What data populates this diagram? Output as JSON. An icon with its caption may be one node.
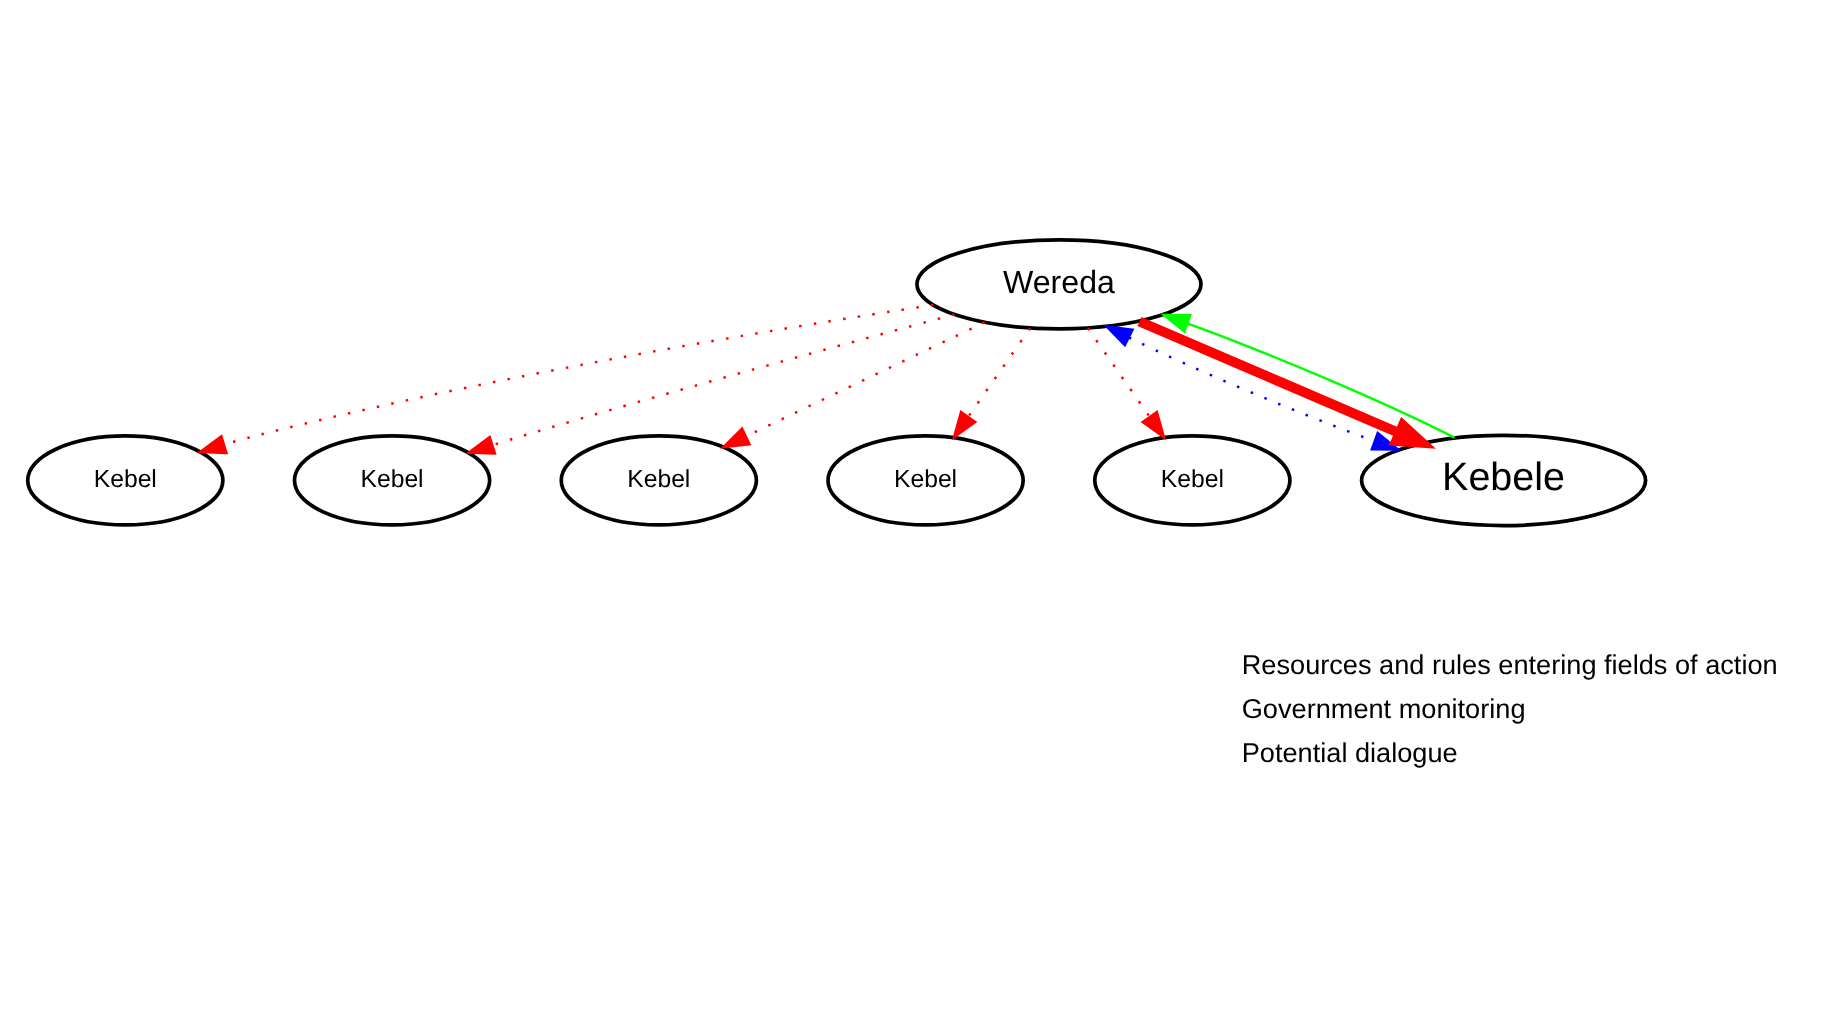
{
  "diagram": {
    "nodes": [
      {
        "text": [
          "Wereda"
        ]
      },
      {
        "text": [
          "Kebel"
        ]
      },
      {
        "text": [
          "Kebel"
        ]
      },
      {
        "text": [
          "Kebel"
        ]
      },
      {
        "text": [
          "Kebel"
        ]
      },
      {
        "text": [
          "Kebel"
        ]
      },
      {
        "text": [
          "Kebele"
        ]
      }
    ],
    "edges": [
      {
        "from": 0,
        "to": 1,
        "arrow": "to",
        "style": "dashed",
        "color": "#ff0000"
      },
      {
        "from": 0,
        "to": 2,
        "arrow": "to",
        "style": "dashed",
        "color": "#ff0000"
      },
      {
        "from": 0,
        "to": 3,
        "arrow": "to",
        "style": "dashed",
        "color": "#ff0000"
      },
      {
        "from": 0,
        "to": 4,
        "arrow": "to",
        "style": "dashed",
        "color": "#ff0000"
      },
      {
        "from": 0,
        "to": 5,
        "arrow": "to",
        "style": "dashed",
        "color": "#ff0000"
      },
      {
        "from": 0,
        "to": 6,
        "arrow": "both",
        "style": "dashed",
        "color": "#0000ff"
      },
      {
        "from": 0,
        "to": 6,
        "arrow": "to",
        "style": "thick",
        "color": "#ff0000"
      },
      {
        "from": 6,
        "to": 0,
        "arrow": "to",
        "color": "#00ff00"
      }
    ],
    "legend": [
      {
        "text": "Resources and rules entering fields of action"
      },
      {
        "text": "Government monitoring"
      },
      {
        "text": "Potential dialogue"
      }
    ]
  }
}
